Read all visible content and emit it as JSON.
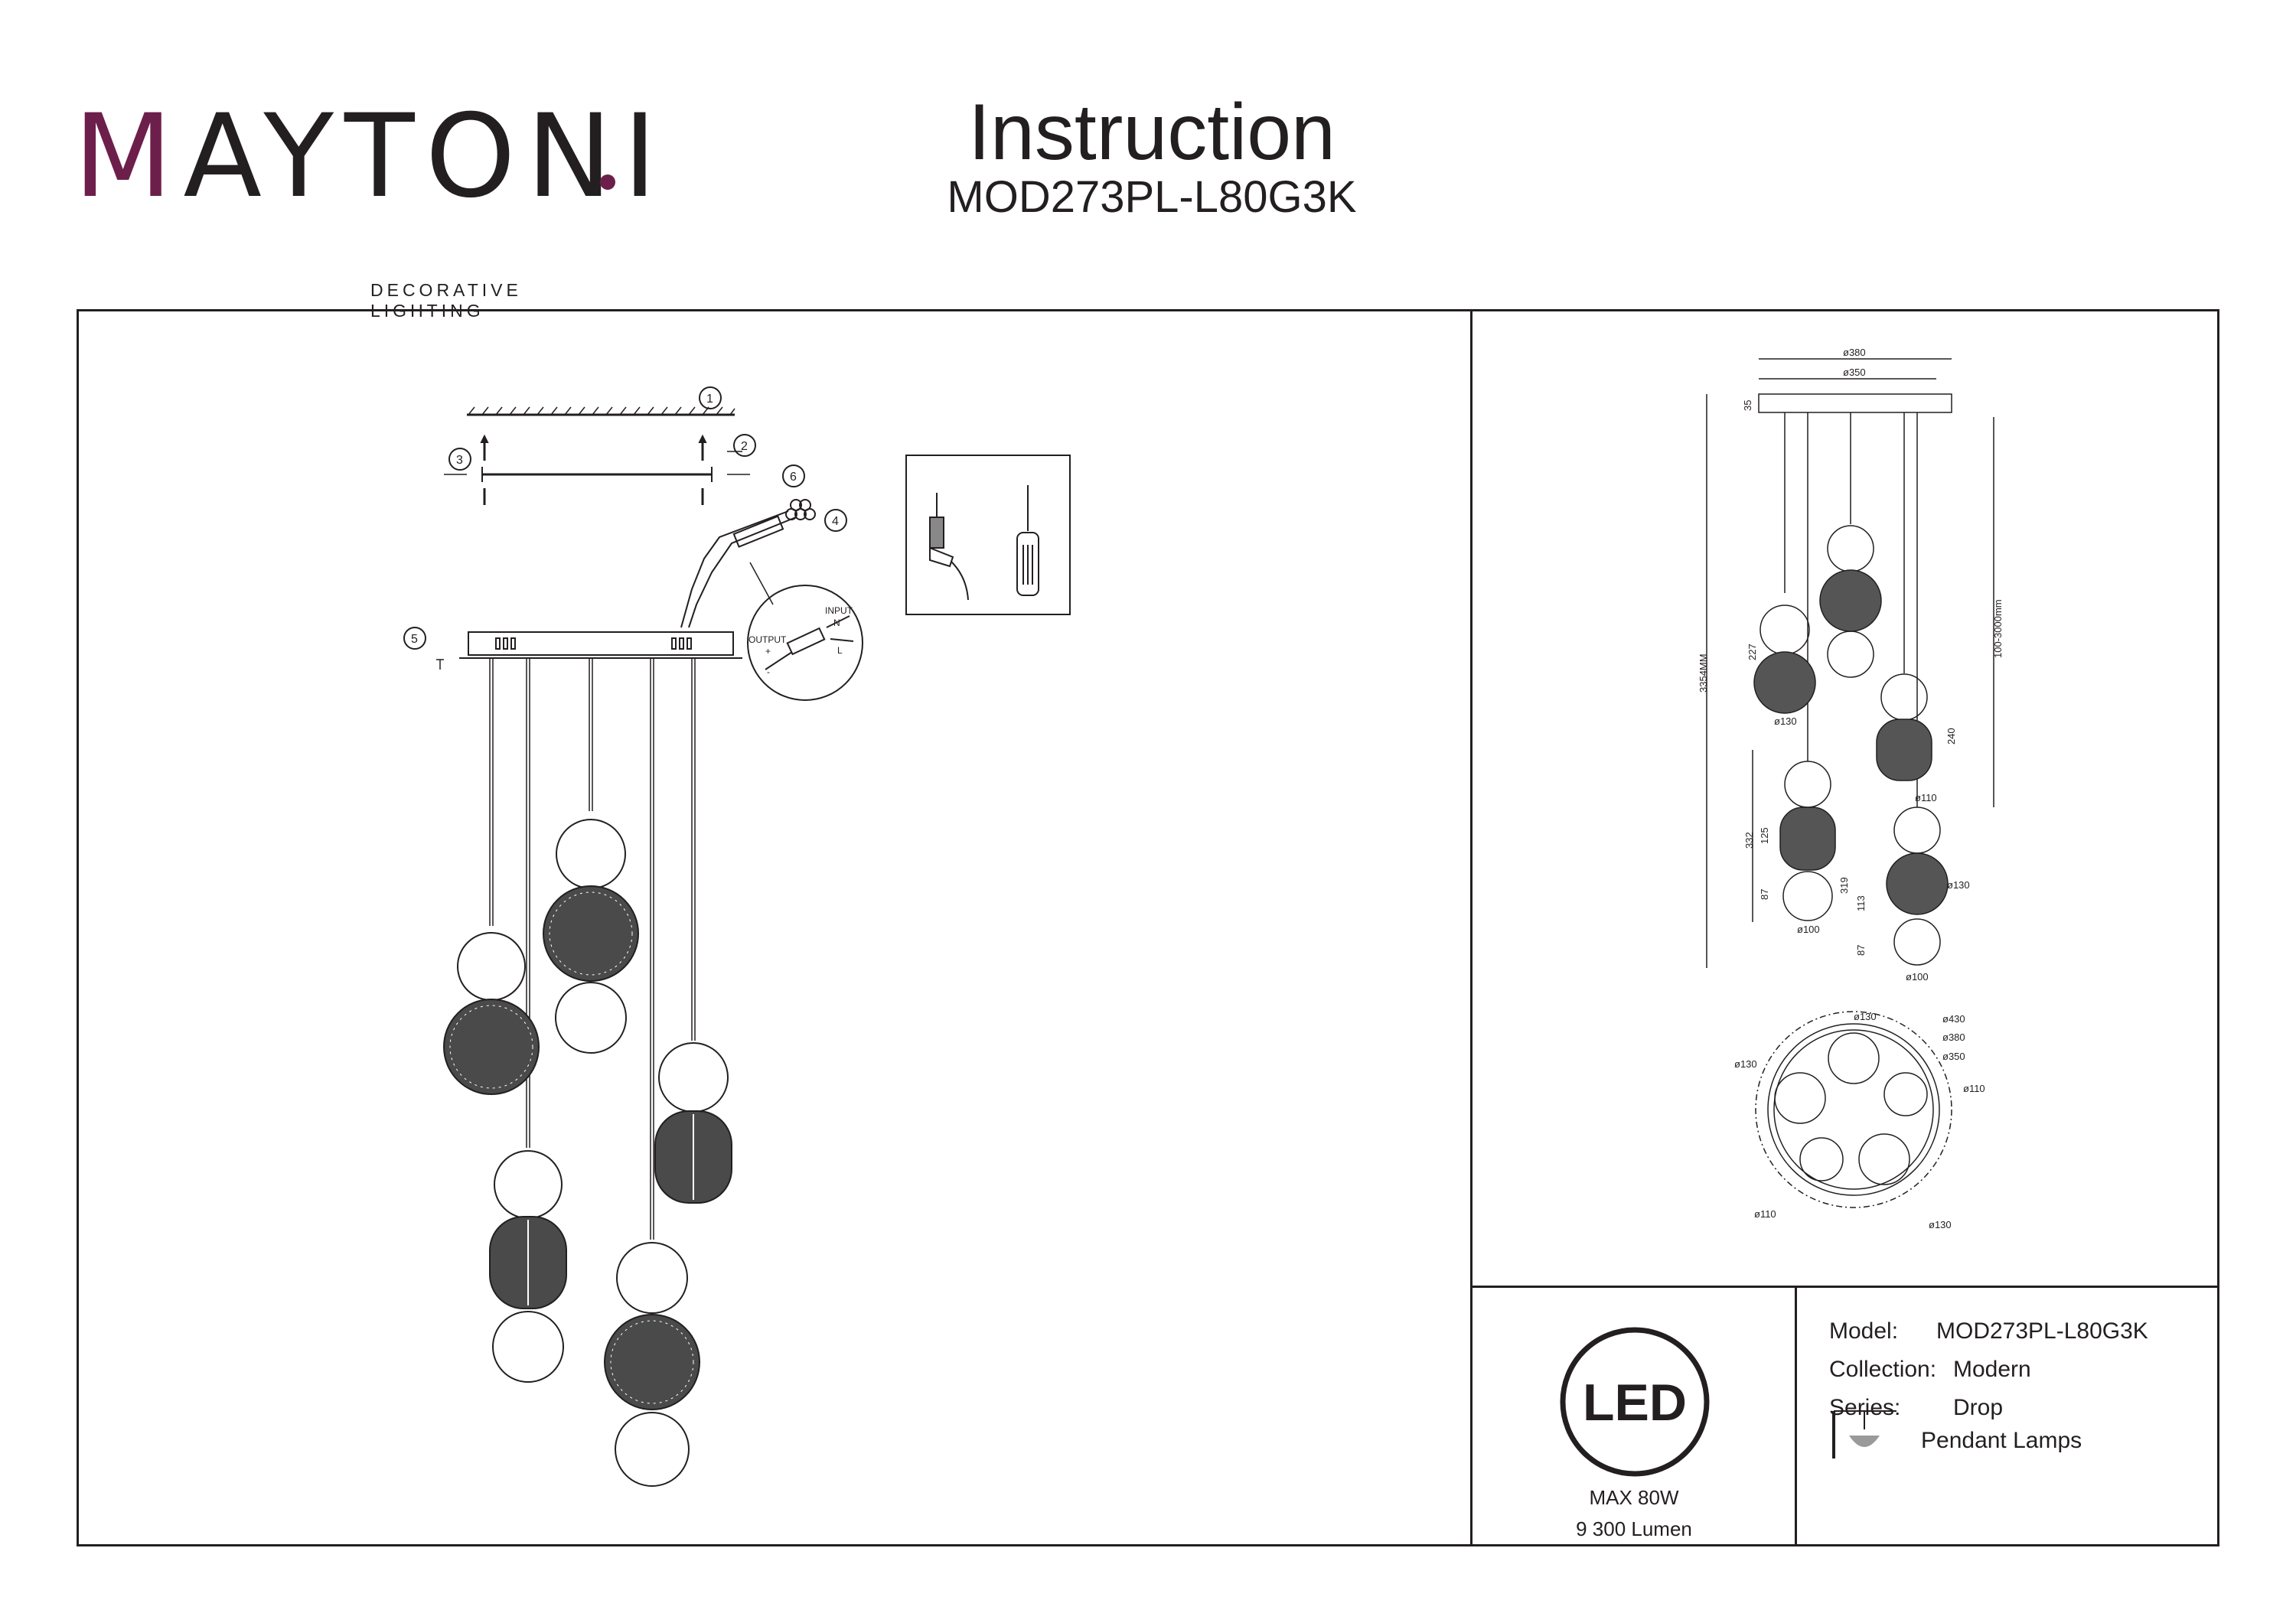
{
  "brand": {
    "name_prefix": "M",
    "name_rest": "AYTONI",
    "tagline": "DECORATIVE LIGHTING",
    "accent_color": "#6d1f4b"
  },
  "header": {
    "title": "Instruction",
    "model_code": "MOD273PL-L80G3K"
  },
  "assembly": {
    "callouts": [
      "1",
      "2",
      "3",
      "4",
      "5",
      "6"
    ],
    "wiring": {
      "input": "INPUT",
      "output": "OUTPUT",
      "n": "N",
      "l": "L",
      "plus": "+",
      "minus": "-"
    },
    "tools": [
      "drill-icon",
      "screwdriver-icon"
    ]
  },
  "dimensions": {
    "d380": "ø380",
    "d350": "ø350",
    "h35": "35",
    "total_height": "3354MM",
    "cable_range": "100-3000mm",
    "h227": "227",
    "d130_a": "ø130",
    "h240": "240",
    "d110_a": "ø110",
    "h332": "332",
    "h125": "125",
    "h87_a": "87",
    "h319": "319",
    "d100_a": "ø100",
    "d130_b": "ø130",
    "h113": "113",
    "h87_b": "87",
    "d100_b": "ø100",
    "top_view": {
      "d130_top": "ø130",
      "d430": "ø430",
      "d380": "ø380",
      "d350": "ø350",
      "d110_right": "ø110",
      "d130_left": "ø130",
      "d110_bottom": "ø110",
      "d130_bottom": "ø130"
    }
  },
  "led_panel": {
    "badge": "LED",
    "max_power": "MAX 80W",
    "lumen": "9 300 Lumen"
  },
  "specs": {
    "model_label": "Model:",
    "model_value": "MOD273PL-L80G3K",
    "collection_label": "Collection:",
    "collection_value": "Modern",
    "series_label": "Series:",
    "series_value": "Drop",
    "type_value": "Pendant Lamps",
    "type_icon": "pendant-lamp-icon"
  }
}
